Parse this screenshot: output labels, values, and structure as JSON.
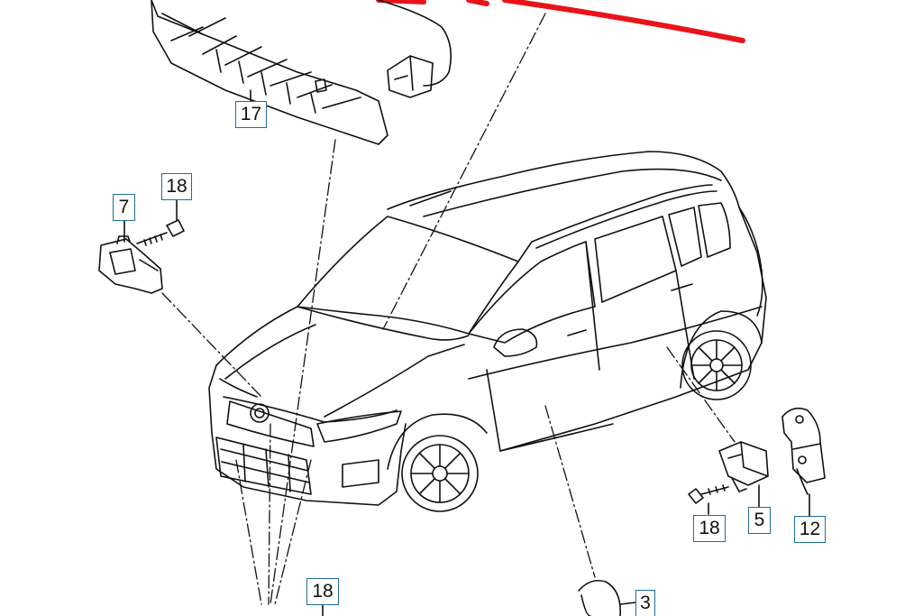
{
  "diagram": {
    "colors": {
      "line": "#111111",
      "callout_border": "#1f6e9a",
      "highlight": "#e8141c"
    },
    "callouts": [
      {
        "id": "c17",
        "label": "17",
        "target": "bumper-reinforcement"
      },
      {
        "id": "c18a",
        "label": "18",
        "target": "bolt-left"
      },
      {
        "id": "c7",
        "label": "7",
        "target": "left-sensor"
      },
      {
        "id": "c18b",
        "label": "18",
        "target": "bolt-right"
      },
      {
        "id": "c5",
        "label": "5",
        "target": "right-sensor"
      },
      {
        "id": "c12",
        "label": "12",
        "target": "bracket"
      },
      {
        "id": "c18c",
        "label": "18",
        "target": "bolt-bottom"
      },
      {
        "id": "c3",
        "label": "3",
        "target": "round-cap"
      }
    ]
  }
}
